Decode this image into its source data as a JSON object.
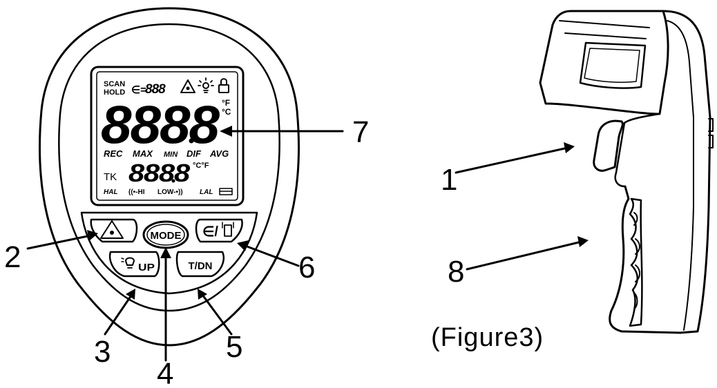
{
  "lcd": {
    "scan": "SCAN",
    "hold": "HOLD",
    "emissivity_prefix": "∈=",
    "emissivity_digits": "888",
    "main_digits": "8888",
    "unit_f": "°F",
    "unit_c": "°C",
    "rec": "REC",
    "max": "MAX",
    "min": "MIN",
    "dif": "DIF",
    "avg": "AVG",
    "tk": "TK",
    "sub_digits": "8888",
    "sub_unit": "°C°F",
    "hal": "HAL",
    "hi": "((•-HI",
    "low": "LOW-•))",
    "lal": "LAL"
  },
  "buttons": {
    "mode": "MODE",
    "emissivity": "∈/",
    "up": "UP",
    "down": "T/DN"
  },
  "callouts": {
    "c1": "1",
    "c2": "2",
    "c3": "3",
    "c4": "4",
    "c5": "5",
    "c6": "6",
    "c7": "7",
    "c8": "8"
  },
  "caption": "(Figure3)",
  "icons": [
    "laser-icon",
    "backlight-icon",
    "lock-icon",
    "battery-icon",
    "emissivity-icon",
    "unit-toggle-icon"
  ]
}
